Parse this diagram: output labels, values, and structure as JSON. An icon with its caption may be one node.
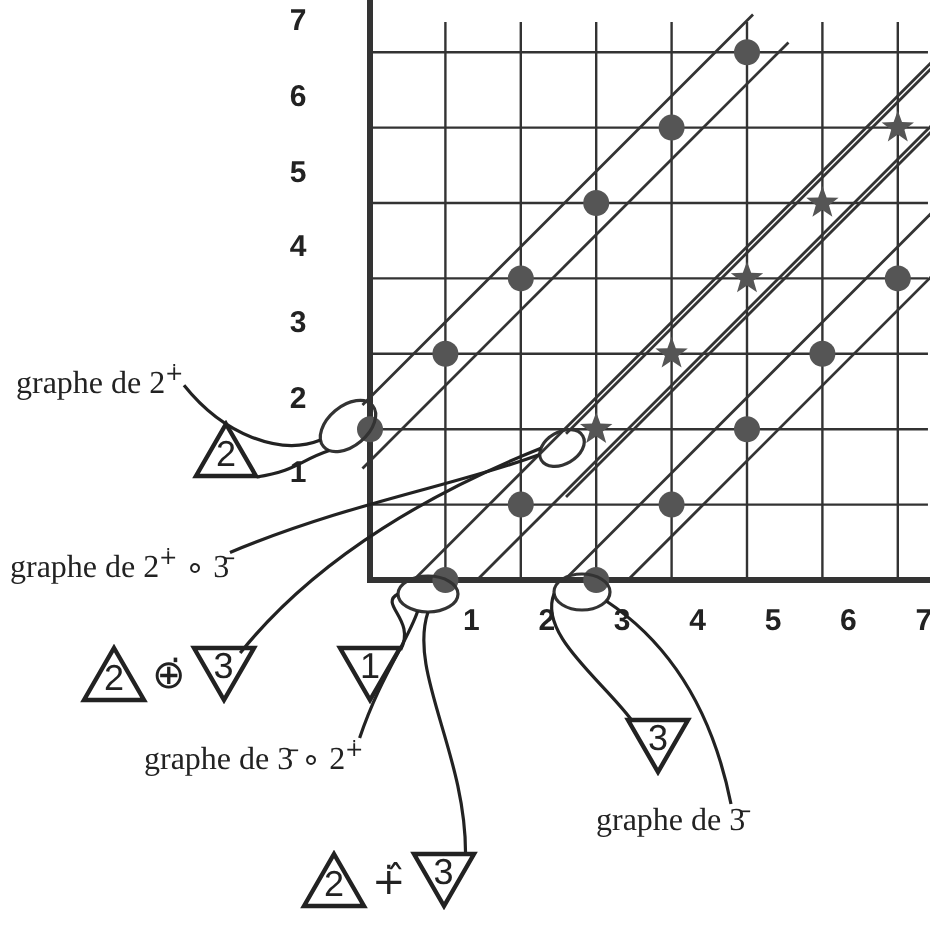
{
  "diagram": {
    "nodes": [
      {
        "text": [
          "graphe de 2$^{∔}$"
        ]
      },
      {
        "text": [
          "2"
        ]
      },
      {
        "text": [
          "graphe de 2$^{∔}$ ∘ 3̄"
        ]
      },
      {
        "text": [
          "2",
          "⊕̇",
          "3"
        ]
      },
      {
        "text": [
          "1"
        ]
      },
      {
        "text": [
          "graphe de 3̄ ∘ 2$^{∔}$"
        ]
      },
      {
        "text": [
          "2",
          "∔̂",
          "3"
        ]
      },
      {
        "text": [
          "3"
        ]
      },
      {
        "text": [
          "graphe de 3̄"
        ]
      },
      {
        "text": [],
        "shape": "circle"
      },
      {
        "text": [],
        "shape": "circle"
      },
      {
        "text": [],
        "shape": "circle"
      },
      {
        "text": [],
        "shape": "circle"
      }
    ],
    "edges": [
      {
        "from": 0,
        "to": 9,
        "arrow": "none"
      },
      {
        "from": 1,
        "to": 9,
        "arrow": "none"
      },
      {
        "from": 2,
        "to": 10,
        "arrow": "none"
      },
      {
        "from": 3,
        "to": 10,
        "arrow": "none"
      },
      {
        "from": 4,
        "to": 11,
        "arrow": "none"
      },
      {
        "from": 5,
        "to": 11,
        "arrow": "none"
      },
      {
        "from": 6,
        "to": 11,
        "arrow": "none"
      },
      {
        "from": 7,
        "to": 12,
        "arrow": "none"
      },
      {
        "from": 8,
        "to": 12,
        "arrow": "none"
      }
    ],
    "labels": [
      "7",
      "6",
      "5",
      "4",
      "3",
      "2",
      "1",
      "1",
      "2",
      "3",
      "4",
      "5",
      "6",
      "7"
    ]
  }
}
